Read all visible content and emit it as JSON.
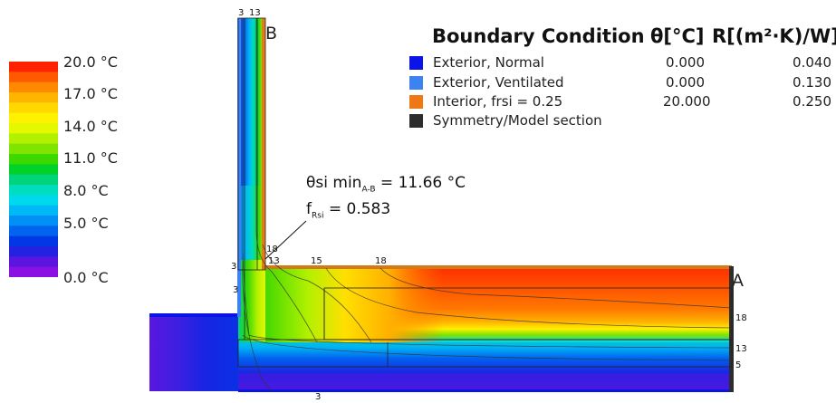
{
  "legend": {
    "labels": [
      "20.0 °C",
      "17.0 °C",
      "14.0 °C",
      "11.0 °C",
      "8.0 °C",
      "5.0 °C",
      "0.0 °C"
    ],
    "colors": [
      "#ff2200",
      "#ff5a00",
      "#ff8a00",
      "#ffb400",
      "#ffd800",
      "#fff200",
      "#e4f800",
      "#b2f000",
      "#7ee400",
      "#3cd800",
      "#00d22a",
      "#00d47c",
      "#00dcbe",
      "#00d8ec",
      "#00b8f6",
      "#0090f6",
      "#0064ee",
      "#0038e6",
      "#2222e0",
      "#5a16e0",
      "#8a10e4"
    ]
  },
  "boundary_conditions": {
    "title": "Boundary Condition",
    "theta_header": "θ[°C]",
    "r_header": "R[(m²·K)/W]",
    "rows": [
      {
        "name": "Exterior, Normal",
        "theta": "0.000",
        "r": "0.040",
        "color": "#0a14e6"
      },
      {
        "name": "Exterior, Ventilated",
        "theta": "0.000",
        "r": "0.130",
        "color": "#3c82f0"
      },
      {
        "name": "Interior, frsi = 0.25",
        "theta": "20.000",
        "r": "0.250",
        "color": "#f07814"
      },
      {
        "name": "Symmetry/Model section",
        "theta": "",
        "r": "",
        "color": "#2d2d2d"
      }
    ]
  },
  "annotations": {
    "theta_min_symbol": "θsi min",
    "theta_min_sub": "A-B",
    "theta_min_value": "= 11.66 °C",
    "frsi_symbol": "f",
    "frsi_sub": "Rsi",
    "frsi_value": "= 0.583"
  },
  "points": {
    "a": "A",
    "b": "B"
  },
  "isotherm_labels": {
    "top_3": "3",
    "top_13": "13",
    "corner_18": "18",
    "corner_13": "13",
    "floor_15": "15",
    "floor_18": "18",
    "left_3a": "3",
    "left_3b": "3",
    "right_18": "18",
    "right_13": "13",
    "right_5": "5",
    "bottom_3": "3"
  }
}
